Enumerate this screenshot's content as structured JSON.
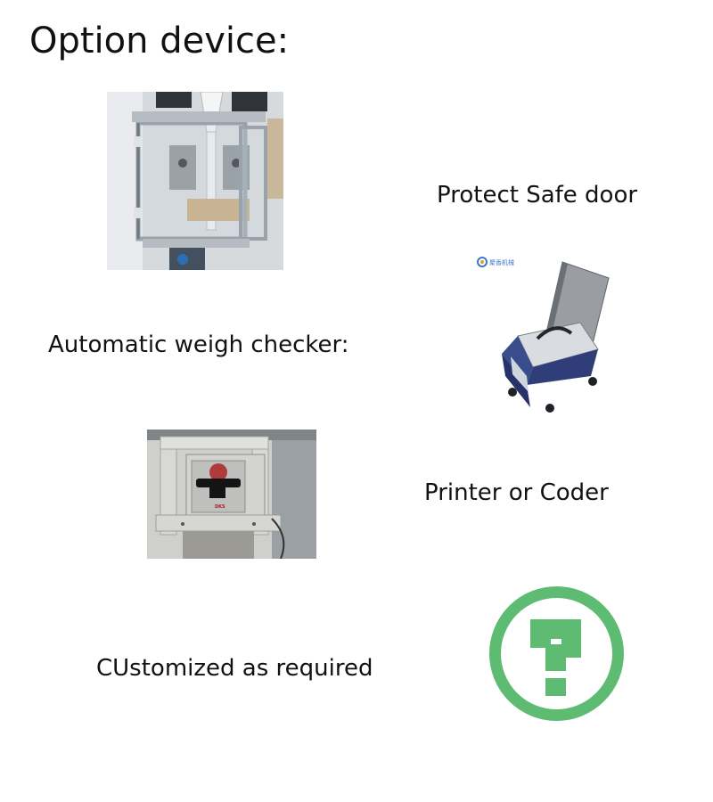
{
  "page": {
    "title": "Option device:"
  },
  "options": [
    {
      "label": "Protect Safe door",
      "image": "safe-door-machine-photo"
    },
    {
      "label": "Automatic weigh checker:",
      "image": "weigh-checker-device-photo"
    },
    {
      "label": "Printer or Coder",
      "image": "printer-coder-photo"
    },
    {
      "label": "CUstomized as required",
      "image": "question-mark-icon"
    }
  ],
  "brand_logo": {
    "text": "聚香机械"
  },
  "printer_badge": {
    "text": "DKS"
  },
  "colors": {
    "question_green": "#5dbb72",
    "text": "#111111",
    "background": "#ffffff"
  }
}
